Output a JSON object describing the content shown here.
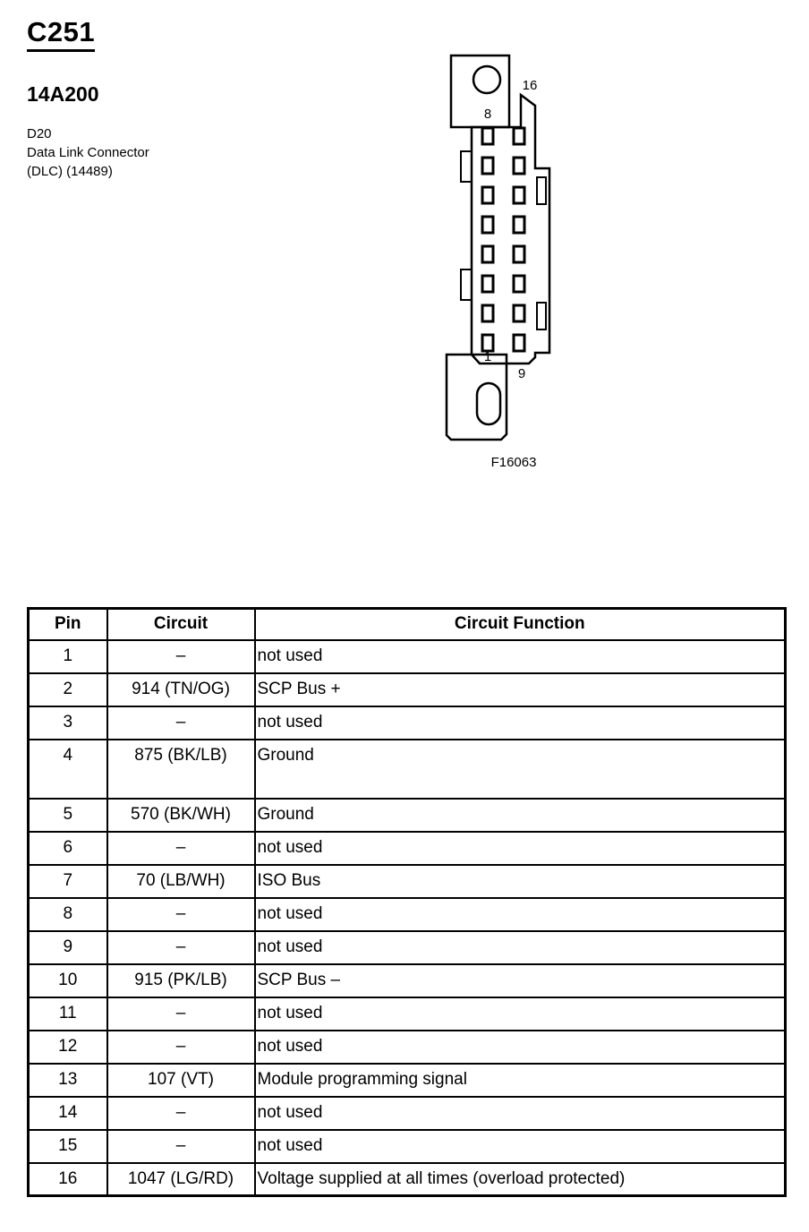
{
  "header": {
    "connector_id": "C251",
    "part_number": "14A200",
    "component_lines": [
      "D20",
      "Data Link Connector",
      "(DLC) (14489)"
    ]
  },
  "figure": {
    "caption": "F16063",
    "pin_labels": {
      "top_left": "8",
      "top_right": "16",
      "bottom_left": "1",
      "bottom_right": "9"
    }
  },
  "table": {
    "headers": [
      "Pin",
      "Circuit",
      "Circuit Function"
    ],
    "rows": [
      {
        "pin": "1",
        "circuit": "–",
        "function": "not used"
      },
      {
        "pin": "2",
        "circuit": "914 (TN/OG)",
        "function": "SCP Bus +"
      },
      {
        "pin": "3",
        "circuit": "–",
        "function": "not used"
      },
      {
        "pin": "4",
        "circuit": "875 (BK/LB)",
        "function": "Ground"
      },
      {
        "pin": "5",
        "circuit": "570 (BK/WH)",
        "function": "Ground"
      },
      {
        "pin": "6",
        "circuit": "–",
        "function": "not used"
      },
      {
        "pin": "7",
        "circuit": "70 (LB/WH)",
        "function": "ISO Bus"
      },
      {
        "pin": "8",
        "circuit": "–",
        "function": "not used"
      },
      {
        "pin": "9",
        "circuit": "–",
        "function": "not used"
      },
      {
        "pin": "10",
        "circuit": "915 (PK/LB)",
        "function": "SCP Bus –"
      },
      {
        "pin": "11",
        "circuit": "–",
        "function": "not used"
      },
      {
        "pin": "12",
        "circuit": "–",
        "function": "not used"
      },
      {
        "pin": "13",
        "circuit": "107 (VT)",
        "function": "Module programming signal"
      },
      {
        "pin": "14",
        "circuit": "–",
        "function": "not used"
      },
      {
        "pin": "15",
        "circuit": "–",
        "function": "not used"
      },
      {
        "pin": "16",
        "circuit": "1047 (LG/RD)",
        "function": "Voltage supplied at all times (overload protected)"
      }
    ]
  }
}
